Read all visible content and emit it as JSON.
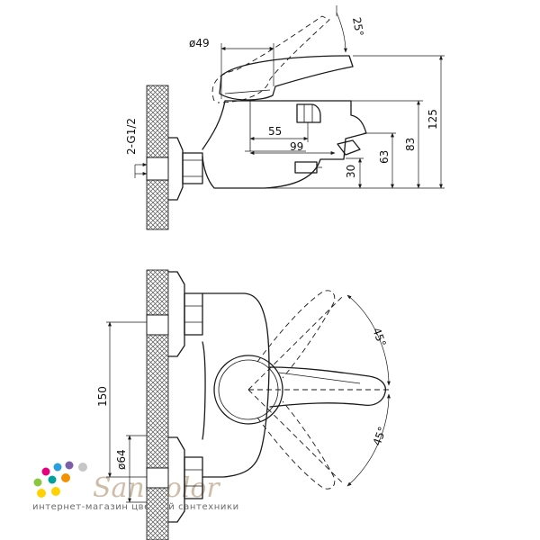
{
  "side_view": {
    "angle_top": "25°",
    "dia_49": "ø49",
    "thread": "2-G1/2",
    "dim_55": "55",
    "dim_99": "99",
    "dim_30": "30",
    "dim_63": "63",
    "dim_83": "83",
    "dim_125": "125"
  },
  "top_view": {
    "angle_upper": "45°",
    "angle_lower": "45°",
    "dim_150": "150",
    "dim_dia": "ø64"
  },
  "watermark": {
    "brand": "SanColor",
    "tagline": "интернет-магазин цветной сантехники",
    "dot_colors": [
      "#e6007e",
      "#2b9fdc",
      "#8ac640",
      "#ffd200",
      "#7b5ea7",
      "#f39200",
      "#00a19a",
      "#c6c6c6"
    ]
  }
}
